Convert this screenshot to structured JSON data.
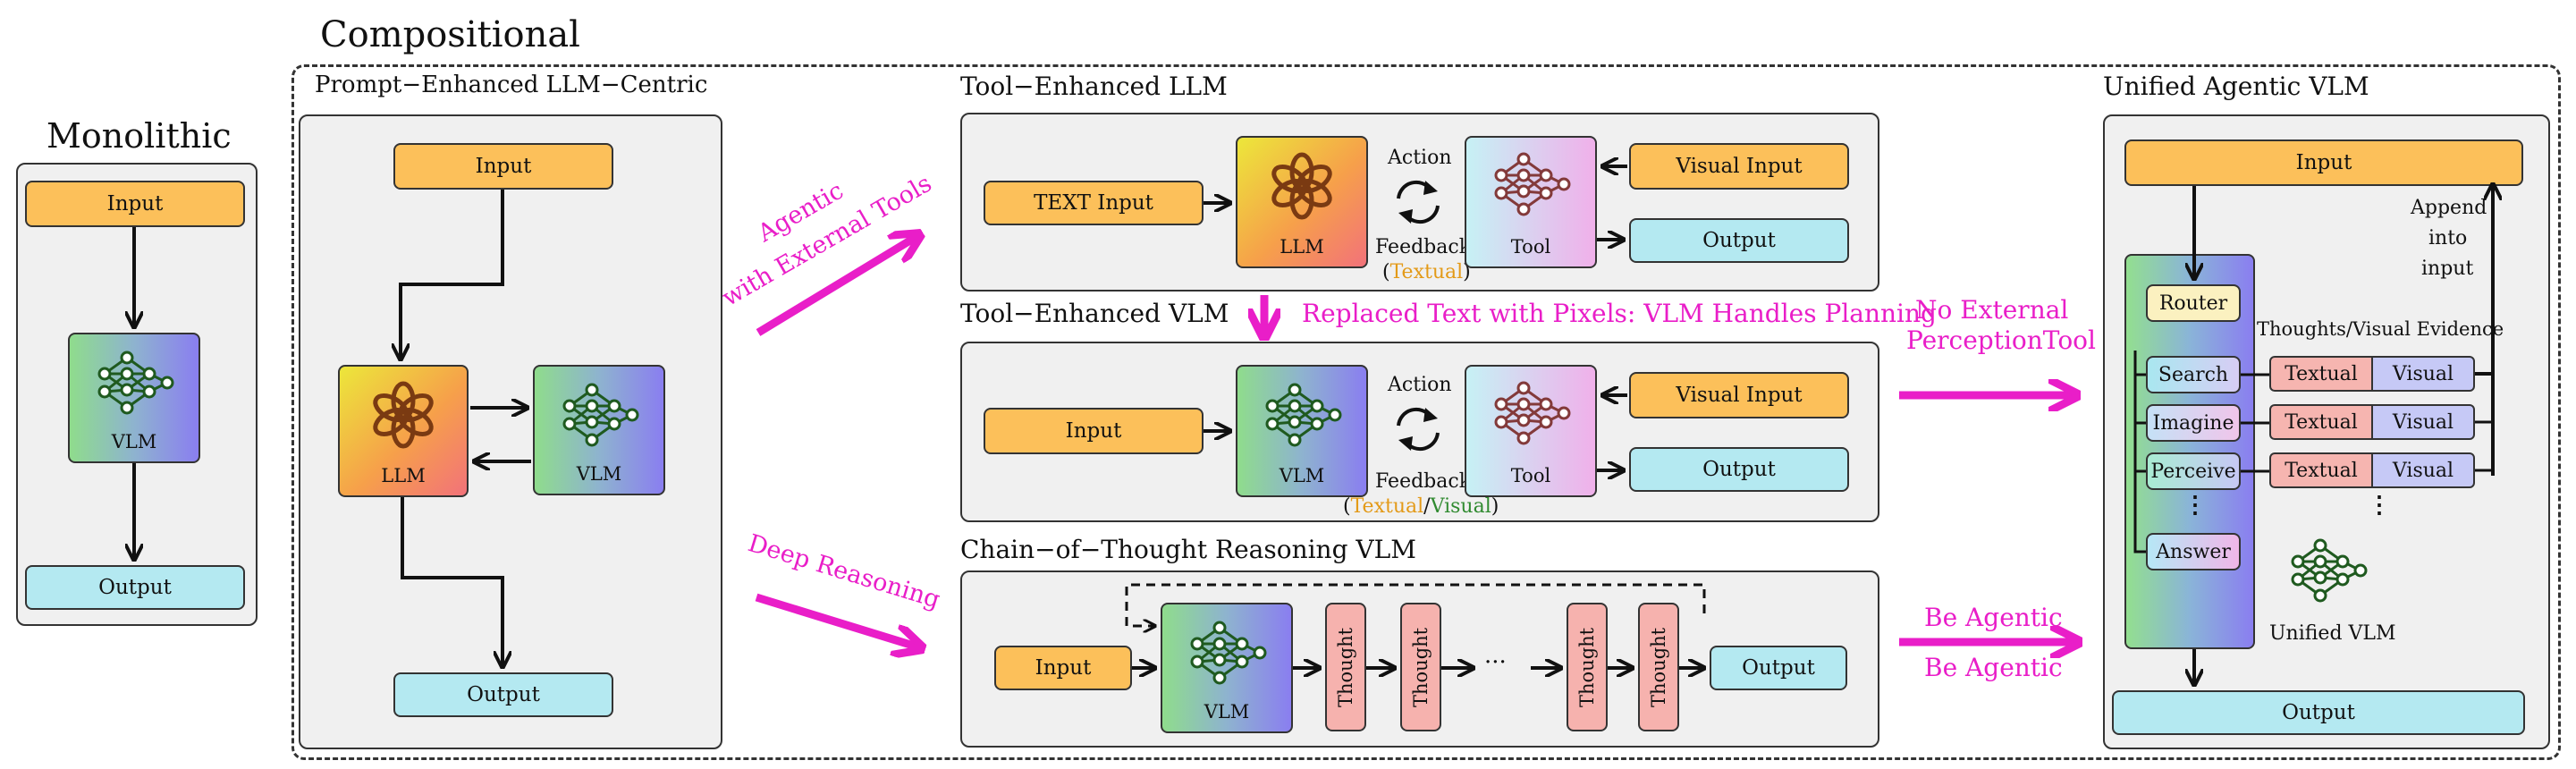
{
  "colors": {
    "accent_arrow": "#e91ec8",
    "input": "#fcc05a",
    "output": "#b4e9f1",
    "thought": "#f6b2ae"
  },
  "compositional": {
    "title": "Compositional"
  },
  "monolithic": {
    "title": "Monolithic",
    "input": "Input",
    "vlm": "VLM",
    "output": "Output"
  },
  "prompt_llm": {
    "title": "Prompt−Enhanced LLM−Centric",
    "input": "Input",
    "llm": "LLM",
    "vlm": "VLM",
    "output": "Output"
  },
  "arrows": {
    "agentic_1": "Agentic",
    "agentic_2": "with External Tools",
    "deep_reasoning": "Deep Reasoning",
    "replaced": "Replaced Text with Pixels: VLM Handles Planning",
    "no_external_1": "No External",
    "no_external_2": "PerceptionTool",
    "be_agentic_1": "Be Agentic",
    "be_agentic_2": "Be Agentic"
  },
  "tool_llm": {
    "title": "Tool−Enhanced LLM",
    "text_input": "TEXT Input",
    "llm": "LLM",
    "action": "Action",
    "feedback": "Feedback",
    "feedback_paren_open": "(",
    "feedback_textual": "Textual",
    "feedback_paren_close": ")",
    "tool": "Tool",
    "visual_input": "Visual Input",
    "output": "Output"
  },
  "tool_vlm": {
    "title": "Tool−Enhanced VLM",
    "input": "Input",
    "vlm": "VLM",
    "action": "Action",
    "feedback": "Feedback",
    "feedback_paren_open": "(",
    "feedback_textual": "Textual",
    "feedback_slash": "/",
    "feedback_visual": "Visual",
    "feedback_paren_close": ")",
    "tool": "Tool",
    "visual_input": "Visual Input",
    "output": "Output"
  },
  "cot": {
    "title": "Chain−of−Thought Reasoning VLM",
    "input": "Input",
    "vlm": "VLM",
    "thought": "Thought",
    "ellipsis": "···",
    "output": "Output"
  },
  "unified": {
    "title": "Unified Agentic VLM",
    "input": "Input",
    "append_1": "Append",
    "append_2": "into",
    "append_3": "input",
    "evidence_label": "Thoughts/Visual Evidence",
    "router": "Router",
    "search": "Search",
    "imagine": "Imagine",
    "perceive": "Perceive",
    "vdots": "⋮",
    "answer": "Answer",
    "textual": "Textual",
    "visual": "Visual",
    "unified_vlm": "Unified VLM",
    "output": "Output"
  },
  "icons": {
    "openai": "openai-logo-icon",
    "neural_net": "neural-network-icon",
    "cycle": "refresh-cycle-icon"
  }
}
